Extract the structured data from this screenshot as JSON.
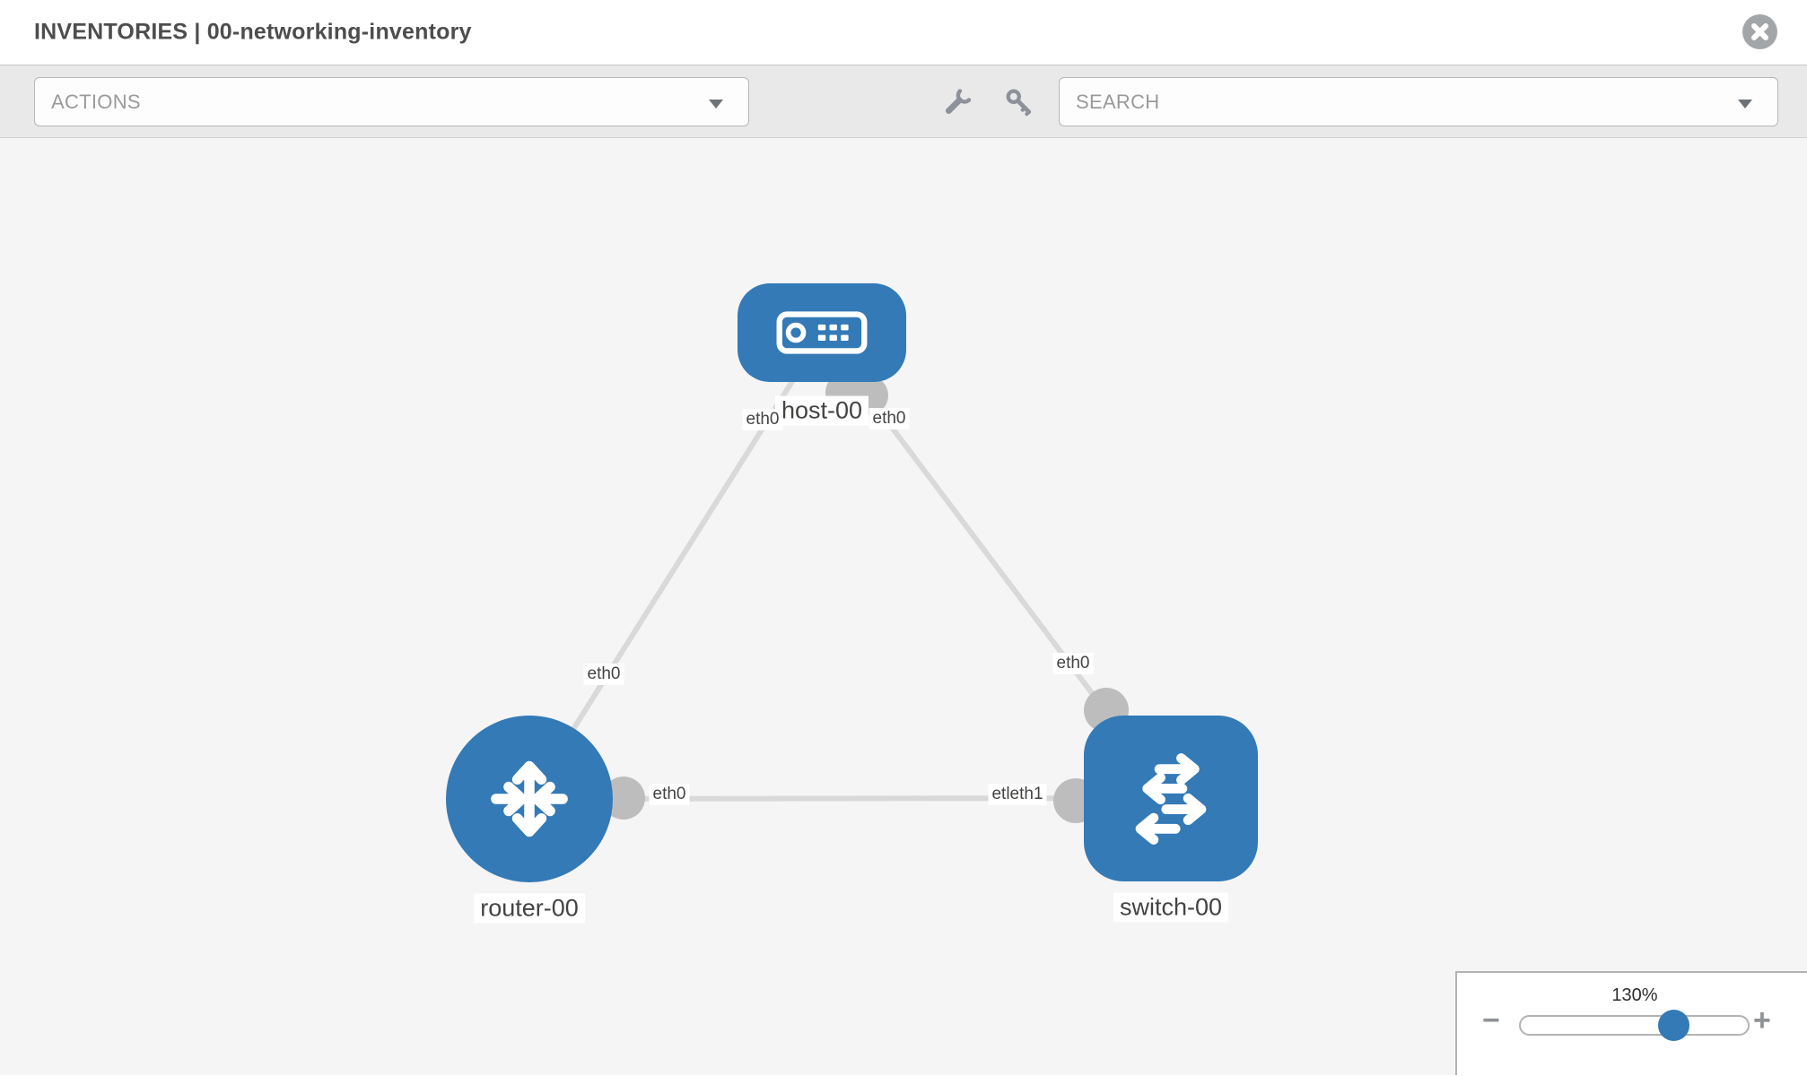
{
  "header": {
    "title": "INVENTORIES | 00-networking-inventory"
  },
  "toolbar": {
    "actions": {
      "label": "ACTIONS"
    },
    "search": {
      "label": "SEARCH"
    },
    "icons": [
      "wrench-icon",
      "key-icon"
    ]
  },
  "diagram": {
    "nodes": [
      {
        "id": "host-00",
        "label": "host-00",
        "type": "host",
        "shape": "rounded-rect"
      },
      {
        "id": "router-00",
        "label": "router-00",
        "type": "router",
        "shape": "circle"
      },
      {
        "id": "switch-00",
        "label": "switch-00",
        "type": "switch",
        "shape": "rounded-square"
      }
    ],
    "links": [
      {
        "from": "host-00",
        "to": "router-00"
      },
      {
        "from": "host-00",
        "to": "switch-00"
      },
      {
        "from": "router-00",
        "to": "switch-00"
      }
    ],
    "interface_labels": {
      "host_left": "eth0",
      "host_right": "eth0",
      "host_router_mid": "eth0",
      "host_switch_mid": "eth0",
      "router_switch_router_end": "eth0",
      "router_switch_switch_end": "etleth1"
    },
    "colors": {
      "node_fill": "#337ab7",
      "link": "#d9d9d9",
      "interface_dot": "#bdbdbd"
    }
  },
  "zoom_control": {
    "value": "130%",
    "minus_label": "−",
    "plus_label": "+"
  }
}
